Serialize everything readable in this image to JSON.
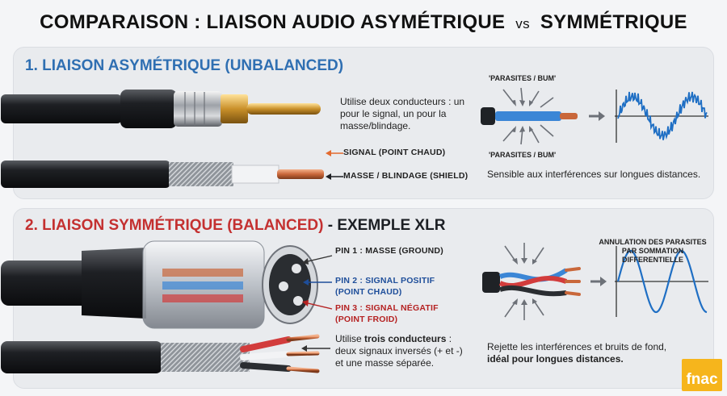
{
  "title": {
    "left": "COMPARAISON : LIAISON AUDIO ASYMÉTRIQUE",
    "vs": "vs",
    "right": "SYMMÉTRIQUE"
  },
  "section1": {
    "heading": "1. LIAISON ASYMÉTRIQUE (UNBALANCED)",
    "description": "Utilise deux conducteurs : un pour le signal, un pour la masse/blindage.",
    "label_signal": "SIGNAL (POINT CHAUD)",
    "label_ground": "MASSE / BLINDAGE (SHIELD)",
    "noise_top": "'PARASITES / BUM'",
    "noise_bottom": "'PARASITES / BUM'",
    "note": "Sensible aux interférences sur longues distances."
  },
  "section2": {
    "heading": "2. LIAISON SYMMÉTRIQUE (BALANCED)",
    "heading_suffix": " - EXEMPLE XLR",
    "pin1": "PIN 1 : MASSE (GROUND)",
    "pin2_line1": "PIN 2 : SIGNAL POSITIF",
    "pin2_line2": "(POINT CHAUD)",
    "pin3_line1": "PIN 3 : SIGNAL NÉGATIF",
    "pin3_line2": "(POINT FROID)",
    "desc_prefix": "Utilise ",
    "desc_bold": "trois conducteurs",
    "desc_rest": " : deux signaux inversés (+ et -) et une masse séparée.",
    "cancel_line1": "ANNULATION DES PARASITES",
    "cancel_line2": "PAR SOMMATION DIFFERENTIELLE",
    "note_plain": "Rejette les interférences et bruits de fond,",
    "note_bold": "idéal pour longues distances."
  },
  "logo": "fnac",
  "colors": {
    "section1_accent": "#2f6fb2",
    "section2_accent": "#c43030",
    "logo_bg": "#f6b51c"
  }
}
